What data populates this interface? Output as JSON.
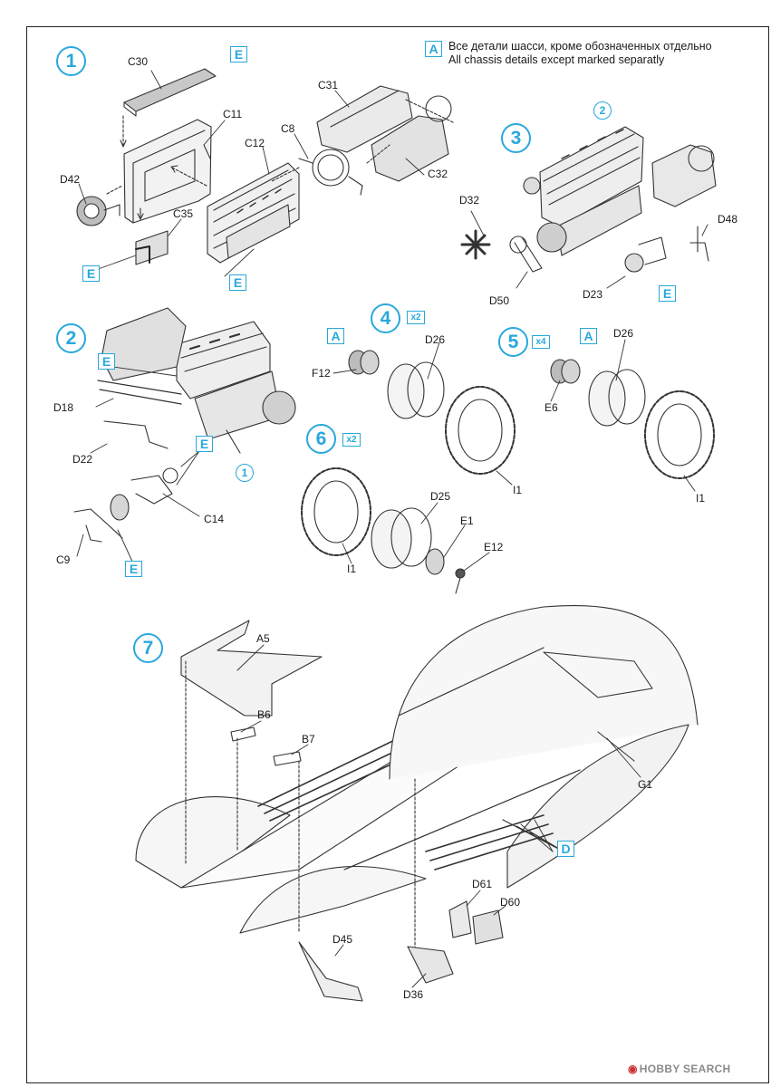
{
  "note": {
    "ru": "Все детали шасси, кроме обозначенных отдельно",
    "en": "All chassis details except marked separatly"
  },
  "steps": {
    "s1": "1",
    "s2": "2",
    "s3": "3",
    "s4": "4",
    "s5": "5",
    "s6": "6",
    "s7": "7",
    "ref1": "1",
    "ref2": "2"
  },
  "multipliers": {
    "step4": "x2",
    "step5": "x4",
    "step6": "x2"
  },
  "sprues": {
    "a": "A",
    "d": "D",
    "e": "E"
  },
  "parts": {
    "C30": "C30",
    "C11": "C11",
    "C12": "C12",
    "C8": "C8",
    "C31": "C31",
    "C32": "C32",
    "D42": "D42",
    "C35": "C35",
    "D32": "D32",
    "D48": "D48",
    "D50": "D50",
    "D23": "D23",
    "D18": "D18",
    "D22": "D22",
    "C14": "C14",
    "C9": "C9",
    "D26": "D26",
    "F12": "F12",
    "I1": "I1",
    "E6": "E6",
    "D25": "D25",
    "E1": "E1",
    "E12": "E12",
    "A5": "A5",
    "B6": "B6",
    "B7": "B7",
    "G1": "G1",
    "D61": "D61",
    "D60": "D60",
    "D45": "D45",
    "D36": "D36"
  },
  "colors": {
    "accent": "#29a8dc",
    "line": "#333333"
  },
  "watermark": "HOBBY SEARCH"
}
